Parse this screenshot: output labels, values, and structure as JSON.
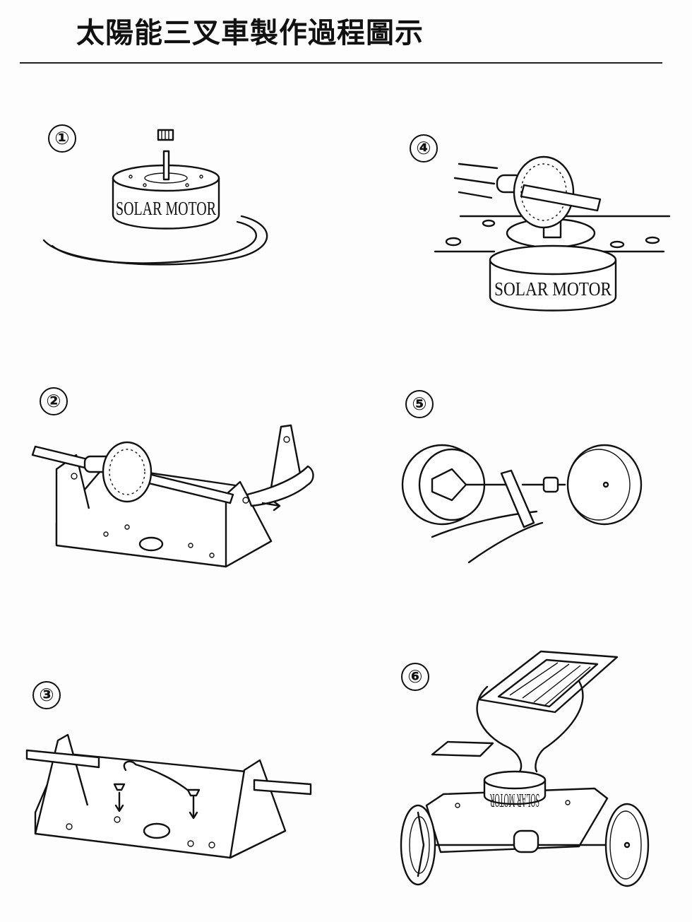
{
  "title": "太陽能三叉車製作過程圖示",
  "steps": [
    {
      "number": "①"
    },
    {
      "number": "②"
    },
    {
      "number": "③"
    },
    {
      "number": "④"
    },
    {
      "number": "⑤"
    },
    {
      "number": "⑥"
    }
  ],
  "motor_label": "SOLAR MOTOR"
}
